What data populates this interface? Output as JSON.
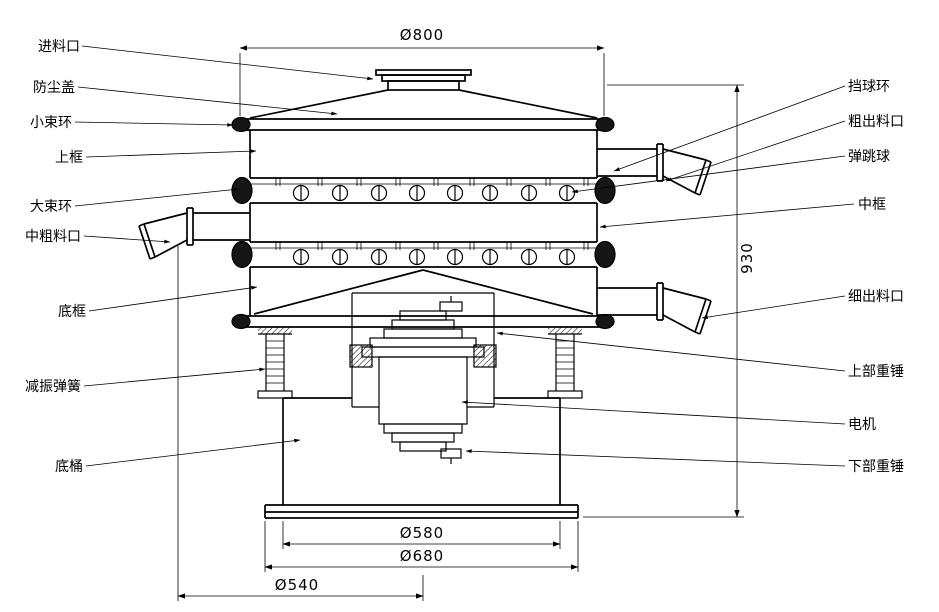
{
  "drawing": {
    "ink_color": "#000000",
    "background_color": "#ffffff"
  },
  "labels_left": [
    {
      "text": "进料口"
    },
    {
      "text": "防尘盖"
    },
    {
      "text": "小束环"
    },
    {
      "text": "上框"
    },
    {
      "text": "大束环"
    },
    {
      "text": "中粗料口"
    },
    {
      "text": "底框"
    },
    {
      "text": "减振弹簧"
    },
    {
      "text": "底桶"
    }
  ],
  "labels_right": [
    {
      "text": "挡球环"
    },
    {
      "text": "粗出料口"
    },
    {
      "text": "弹跳球"
    },
    {
      "text": "中框"
    },
    {
      "text": "细出料口"
    },
    {
      "text": "上部重锤"
    },
    {
      "text": "电机"
    },
    {
      "text": "下部重锤"
    }
  ],
  "dimensions": {
    "top_diameter": "Ø800",
    "overall_height": "930",
    "barrel_diameter": "Ø580",
    "base_flange_diameter": "Ø680",
    "base_diameter": "Ø540"
  }
}
